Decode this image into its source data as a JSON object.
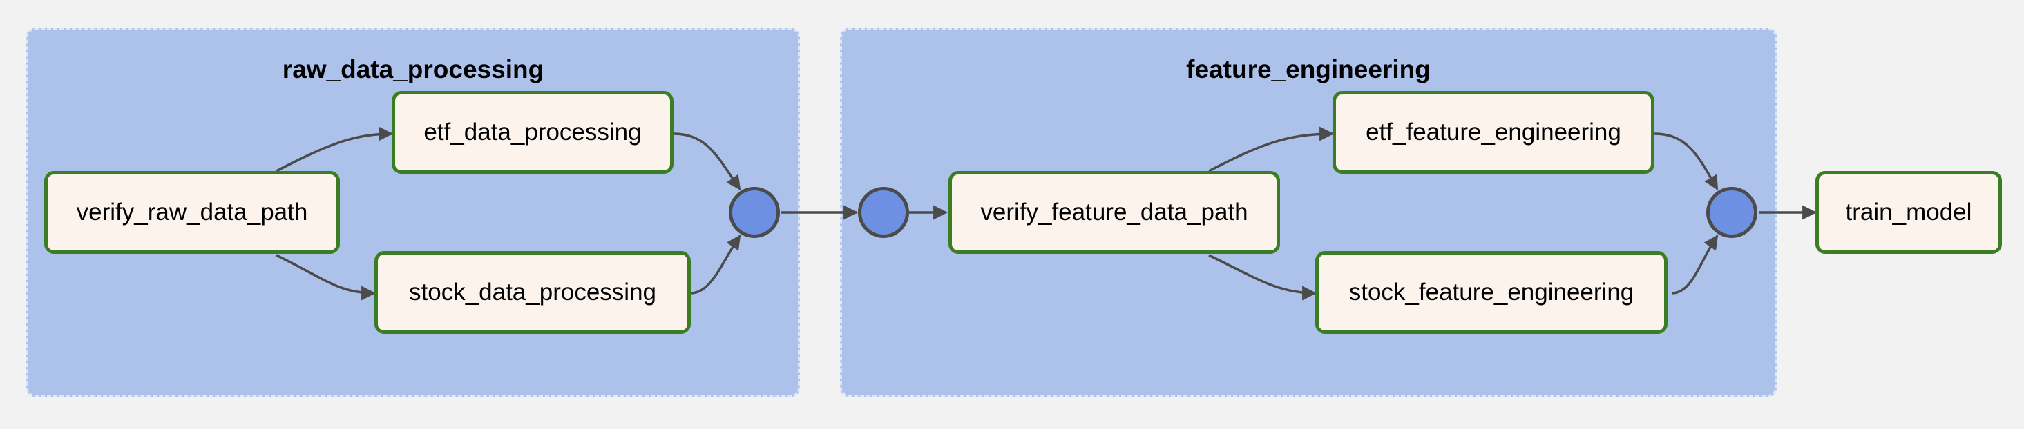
{
  "groups": {
    "raw_data_processing": "raw_data_processing",
    "feature_engineering": "feature_engineering"
  },
  "tasks": {
    "verify_raw_data_path": "verify_raw_data_path",
    "etf_data_processing": "etf_data_processing",
    "stock_data_processing": "stock_data_processing",
    "verify_feature_data_path": "verify_feature_data_path",
    "etf_feature_engineering": "etf_feature_engineering",
    "stock_feature_engineering": "stock_feature_engineering",
    "train_model": "train_model"
  },
  "colors": {
    "background": "#f2f2f2",
    "group_fill": "#adc2eb",
    "group_border": "#dfe6f5",
    "node_fill": "#fdf3ed",
    "node_border": "#3b7d23",
    "join_fill": "#6e90e3",
    "edge": "#4b4b4b"
  }
}
